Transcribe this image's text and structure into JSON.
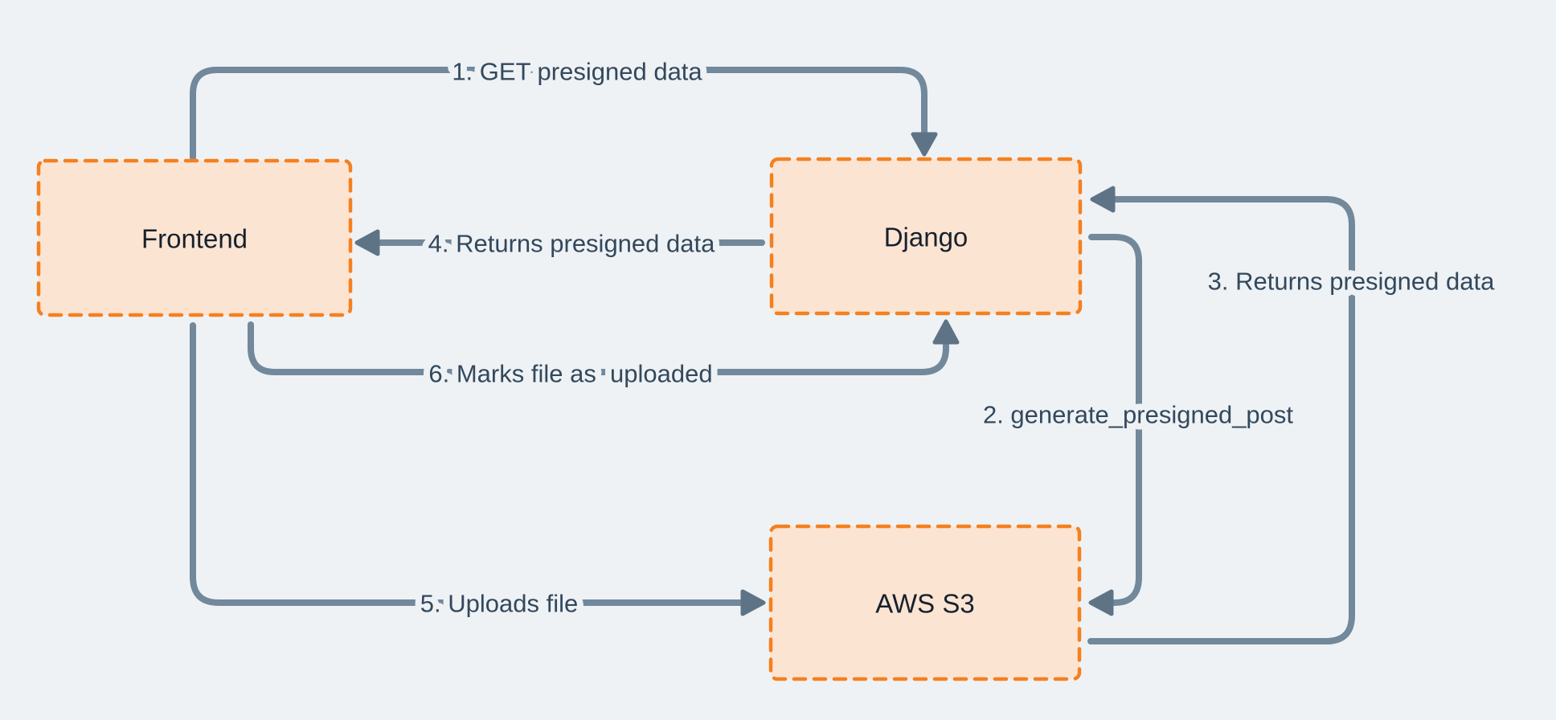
{
  "diagram": {
    "type": "flowchart",
    "nodes": [
      {
        "id": "frontend",
        "label": "Frontend"
      },
      {
        "id": "django",
        "label": "Django"
      },
      {
        "id": "aws-s3",
        "label": "AWS S3"
      }
    ],
    "edges": [
      {
        "id": "1",
        "from": "frontend",
        "to": "django",
        "label": "1. GET presigned data"
      },
      {
        "id": "2",
        "from": "django",
        "to": "aws-s3",
        "label": "2. generate_presigned_post"
      },
      {
        "id": "3",
        "from": "aws-s3",
        "to": "django",
        "label": "3. Returns presigned data"
      },
      {
        "id": "4",
        "from": "django",
        "to": "frontend",
        "label": "4. Returns presigned data"
      },
      {
        "id": "5",
        "from": "frontend",
        "to": "aws-s3",
        "label": "5. Uploads file"
      },
      {
        "id": "6",
        "from": "frontend",
        "to": "django",
        "label": "6. Marks file as  uploaded"
      }
    ],
    "colors": {
      "background": "#eef2f5",
      "node_fill": "#fce4d3",
      "node_border": "#f5801f",
      "connector": "#72889b",
      "arrowhead": "#5e7486",
      "edge_label_text": "#33485c",
      "node_label_text": "#16212d"
    }
  }
}
